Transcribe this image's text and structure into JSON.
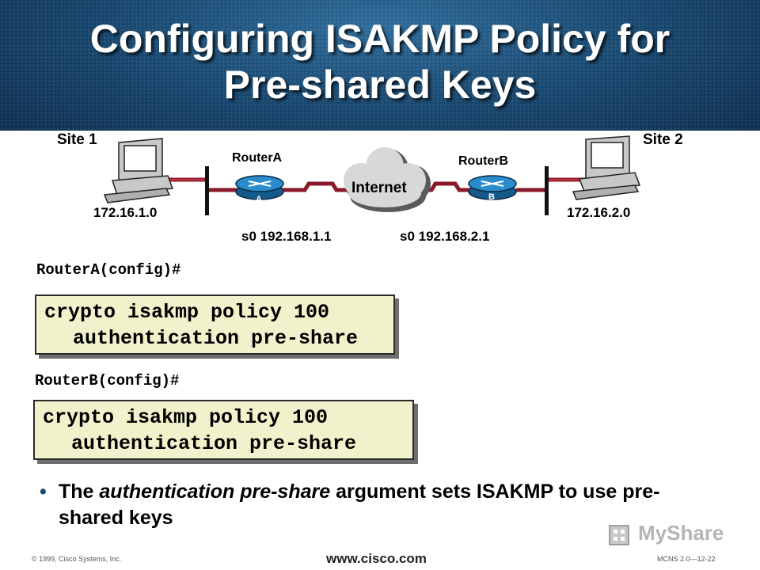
{
  "title": {
    "line1": "Configuring ISAKMP Policy for",
    "line2": "Pre-shared Keys"
  },
  "diagram": {
    "site1": "Site 1",
    "site2": "Site 2",
    "router_a": {
      "name": "RouterA",
      "badge": "A"
    },
    "router_b": {
      "name": "RouterB",
      "badge": "B"
    },
    "cloud": "Internet",
    "net1": "172.16.1.0",
    "net2": "172.16.2.0",
    "serial_a": "s0 192.168.1.1",
    "serial_b": "s0 192.168.2.1"
  },
  "config_a": {
    "prompt": "RouterA(config)#",
    "line1": "crypto isakmp policy 100",
    "line2": "authentication pre-share"
  },
  "config_b": {
    "prompt": "RouterB(config)#",
    "line1": "crypto isakmp policy 100",
    "line2": "authentication pre-share"
  },
  "bullet": {
    "symbol": "•",
    "pre": "The ",
    "em": "authentication pre-share",
    "post": " argument sets ISAKMP to use pre-shared keys"
  },
  "footer": {
    "copyright": "© 1999, Cisco Systems, Inc.",
    "url": "www.cisco.com",
    "code": "MCNS 2.0—12-22",
    "logo_text": "MyShare"
  },
  "colors": {
    "header_blue": "#1a4a72",
    "router_blue": "#1a78b8",
    "cable_red": "#8a1a2a",
    "cmd_box": "#f1f2cc"
  }
}
